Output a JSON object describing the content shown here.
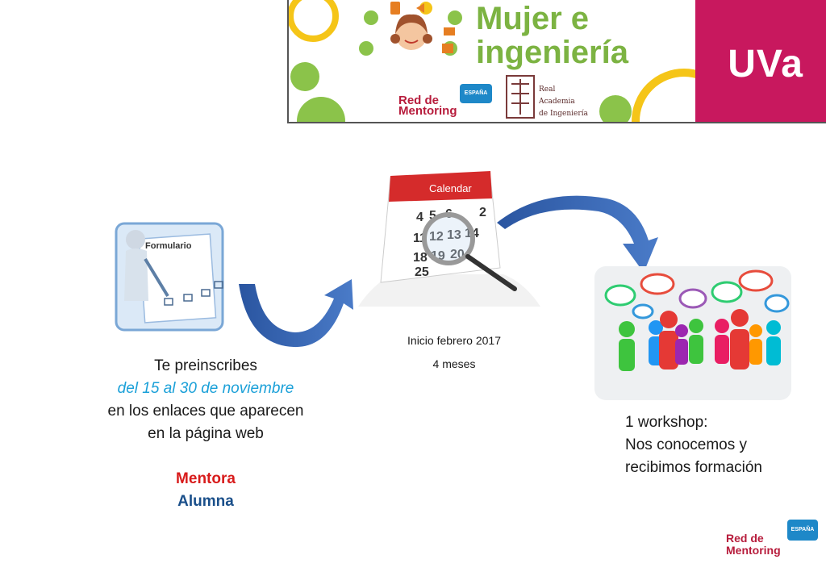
{
  "banner": {
    "title_line1": "Mujer e",
    "title_line2": "ingeniería",
    "uva_logo": "UVa",
    "red_mentoring_line1": "Red de",
    "red_mentoring_line2": "Mentoring",
    "espana_badge": "ESPAÑA",
    "rai_line1": "Real",
    "rai_line2": "Academia",
    "rai_line3": "de Ingeniería"
  },
  "steps": {
    "form_icon_label": "Formulario",
    "left": {
      "line1": "Te preinscribes",
      "highlight": "del 15 al 30 de noviembre",
      "line3": "en los enlaces que aparecen",
      "line4": "en la página web",
      "role1": "Mentora",
      "role2": "Alumna"
    },
    "middle": {
      "calendar_label": "Calendar",
      "start": "Inicio febrero 2017",
      "duration": "4 meses"
    },
    "right": {
      "line1": "1 workshop:",
      "line2": "Nos conocemos y",
      "line3": "recibimos formación"
    }
  },
  "footer_logo": {
    "line1": "Red de",
    "line2": "Mentoring",
    "badge": "ESPAÑA"
  },
  "colors": {
    "accent_blue": "#1aa0d8",
    "arrow_blue": "#2f5fa8",
    "mentora_red": "#d81b1b",
    "alumna_blue": "#1a4f8a",
    "uva_magenta": "#c8185e",
    "banner_green": "#7cb342"
  }
}
